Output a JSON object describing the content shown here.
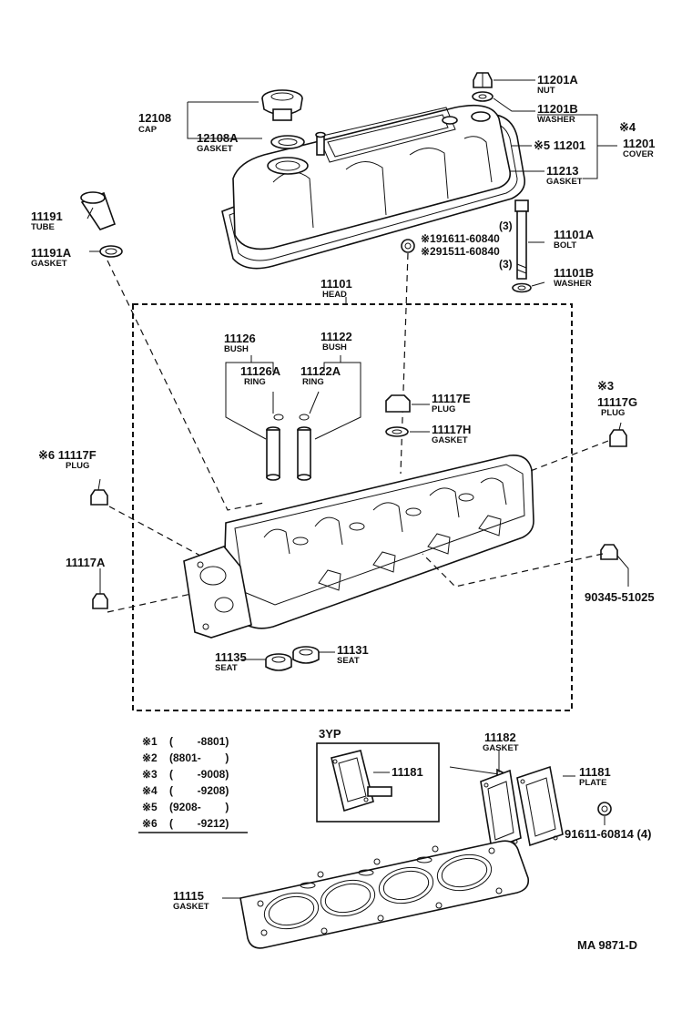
{
  "parts": {
    "p11201a": {
      "num": "11201A",
      "name": "NUT"
    },
    "p11201b": {
      "num": "11201B",
      "name": "WASHER"
    },
    "p12108": {
      "num": "12108",
      "name": "CAP"
    },
    "p12108a": {
      "num": "12108A",
      "name": "GASKET"
    },
    "p11201": {
      "num": "11201",
      "name": "COVER"
    },
    "p11201_note": "※5 11201",
    "p11201_star": "※4",
    "p11213": {
      "num": "11213",
      "name": "GASKET"
    },
    "p11191": {
      "num": "11191",
      "name": "TUBE"
    },
    "p11191a": {
      "num": "11191A",
      "name": "GASKET"
    },
    "bolt_alt1": "※191611-60840",
    "bolt_alt2": "※291511-60840",
    "qty1": "(3)",
    "qty2": "(3)",
    "p11101a": {
      "num": "11101A",
      "name": "BOLT"
    },
    "p11101b": {
      "num": "11101B",
      "name": "WASHER"
    },
    "p11101": {
      "num": "11101",
      "name": "HEAD"
    },
    "p11126": {
      "num": "11126",
      "name": "BUSH"
    },
    "p11122": {
      "num": "11122",
      "name": "BUSH"
    },
    "p11126a": {
      "num": "11126A",
      "name": "RING"
    },
    "p11122a": {
      "num": "11122A",
      "name": "RING"
    },
    "p11117e": {
      "num": "11117E",
      "name": "PLUG"
    },
    "p11117h": {
      "num": "11117H",
      "name": "GASKET"
    },
    "p11117g": {
      "num": "11117G",
      "name": "PLUG",
      "star": "※3"
    },
    "p11117f": {
      "num": "※6 11117F",
      "name": "PLUG"
    },
    "p11117a": {
      "num": "11117A"
    },
    "p90345": {
      "num": "90345-51025"
    },
    "p11135": {
      "num": "11135",
      "name": "SEAT"
    },
    "p11131": {
      "num": "11131",
      "name": "SEAT"
    },
    "p3yp": "3YP",
    "p11181_inset": "11181",
    "p11182": {
      "num": "11182",
      "name": "GASKET"
    },
    "p11181": {
      "num": "11181",
      "name": "PLATE"
    },
    "p91611": {
      "num": "91611-60814 (4)"
    },
    "p11115": {
      "num": "11115",
      "name": "GASKET"
    }
  },
  "notes": [
    {
      "mark": "※1",
      "range": "(        -8801)"
    },
    {
      "mark": "※2",
      "range": "(8801-        )"
    },
    {
      "mark": "※3",
      "range": "(        -9008)"
    },
    {
      "mark": "※4",
      "range": "(        -9208)"
    },
    {
      "mark": "※5",
      "range": "(9208-        )"
    },
    {
      "mark": "※6",
      "range": "(        -9212)"
    }
  ],
  "diagram_code": "MA 9871-D"
}
